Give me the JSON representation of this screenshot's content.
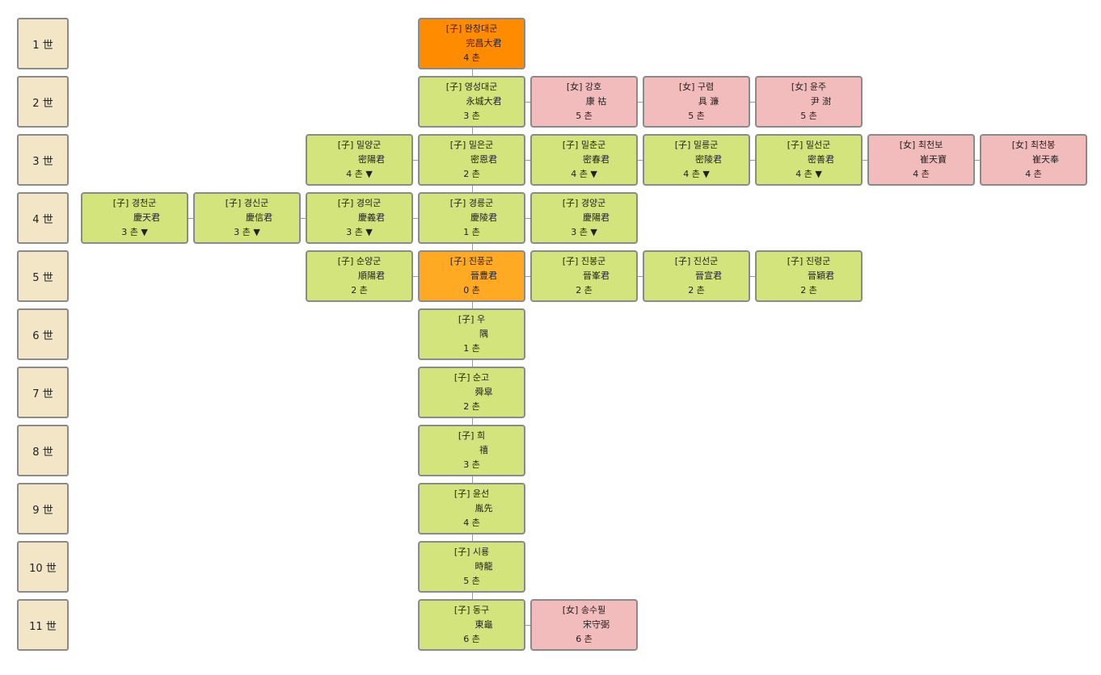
{
  "generations": [
    "1 世",
    "2 世",
    "3 世",
    "4 世",
    "5 世",
    "6 世",
    "7 世",
    "8 世",
    "9 世",
    "10 世",
    "11 世"
  ],
  "colors": {
    "son": "#d3e47d",
    "daughter": "#f2bcbd",
    "root": "#ff8c00",
    "self": "#ffaa22",
    "generation_box": "#f3e6c6",
    "border": "#8a8a8a"
  },
  "nodes": [
    {
      "gen": 1,
      "col": 5,
      "kind": "root",
      "rel": "[子]",
      "name": "완창대군",
      "hanja": "完昌大君",
      "chon": "4 촌"
    },
    {
      "gen": 2,
      "col": 5,
      "kind": "son",
      "rel": "[子]",
      "name": "영성대군",
      "hanja": "永城大君",
      "chon": "3 촌"
    },
    {
      "gen": 2,
      "col": 6,
      "kind": "daughter",
      "rel": "[女]",
      "name": "강호",
      "hanja": "康 祜",
      "chon": "5 촌"
    },
    {
      "gen": 2,
      "col": 7,
      "kind": "daughter",
      "rel": "[女]",
      "name": "구렴",
      "hanja": "具 濂",
      "chon": "5 촌"
    },
    {
      "gen": 2,
      "col": 8,
      "kind": "daughter",
      "rel": "[女]",
      "name": "윤주",
      "hanja": "尹 澍",
      "chon": "5 촌"
    },
    {
      "gen": 3,
      "col": 4,
      "kind": "son",
      "rel": "[子]",
      "name": "밀양군",
      "hanja": "密陽君",
      "chon": "4 촌 ▼"
    },
    {
      "gen": 3,
      "col": 5,
      "kind": "son",
      "rel": "[子]",
      "name": "밀은군",
      "hanja": "密恩君",
      "chon": "2 촌"
    },
    {
      "gen": 3,
      "col": 6,
      "kind": "son",
      "rel": "[子]",
      "name": "밀춘군",
      "hanja": "密春君",
      "chon": "4 촌 ▼"
    },
    {
      "gen": 3,
      "col": 7,
      "kind": "son",
      "rel": "[子]",
      "name": "밀릉군",
      "hanja": "密陵君",
      "chon": "4 촌 ▼"
    },
    {
      "gen": 3,
      "col": 8,
      "kind": "son",
      "rel": "[子]",
      "name": "밀선군",
      "hanja": "密善君",
      "chon": "4 촌 ▼"
    },
    {
      "gen": 3,
      "col": 9,
      "kind": "daughter",
      "rel": "[女]",
      "name": "최천보",
      "hanja": "崔天寶",
      "chon": "4 촌"
    },
    {
      "gen": 3,
      "col": 10,
      "kind": "daughter",
      "rel": "[女]",
      "name": "최천봉",
      "hanja": "崔天奉",
      "chon": "4 촌"
    },
    {
      "gen": 4,
      "col": 2,
      "kind": "son",
      "rel": "[子]",
      "name": "경천군",
      "hanja": "慶天君",
      "chon": "3 촌 ▼"
    },
    {
      "gen": 4,
      "col": 3,
      "kind": "son",
      "rel": "[子]",
      "name": "경신군",
      "hanja": "慶信君",
      "chon": "3 촌 ▼"
    },
    {
      "gen": 4,
      "col": 4,
      "kind": "son",
      "rel": "[子]",
      "name": "경의군",
      "hanja": "慶義君",
      "chon": "3 촌 ▼"
    },
    {
      "gen": 4,
      "col": 5,
      "kind": "son",
      "rel": "[子]",
      "name": "경릉군",
      "hanja": "慶陵君",
      "chon": "1 촌"
    },
    {
      "gen": 4,
      "col": 6,
      "kind": "son",
      "rel": "[子]",
      "name": "경양군",
      "hanja": "慶陽君",
      "chon": "3 촌 ▼"
    },
    {
      "gen": 5,
      "col": 4,
      "kind": "son",
      "rel": "[子]",
      "name": "순양군",
      "hanja": "順陽君",
      "chon": "2 촌"
    },
    {
      "gen": 5,
      "col": 5,
      "kind": "self",
      "rel": "[子]",
      "name": "진풍군",
      "hanja": "晉豊君",
      "chon": "0 촌"
    },
    {
      "gen": 5,
      "col": 6,
      "kind": "son",
      "rel": "[子]",
      "name": "진봉군",
      "hanja": "晉峯君",
      "chon": "2 촌"
    },
    {
      "gen": 5,
      "col": 7,
      "kind": "son",
      "rel": "[子]",
      "name": "진선군",
      "hanja": "晉宣君",
      "chon": "2 촌"
    },
    {
      "gen": 5,
      "col": 8,
      "kind": "son",
      "rel": "[子]",
      "name": "진령군",
      "hanja": "晉穎君",
      "chon": "2 촌"
    },
    {
      "gen": 6,
      "col": 5,
      "kind": "son",
      "rel": "[子]",
      "name": "우",
      "hanja": "隅",
      "chon": "1 촌"
    },
    {
      "gen": 7,
      "col": 5,
      "kind": "son",
      "rel": "[子]",
      "name": "순고",
      "hanja": "舜皐",
      "chon": "2 촌"
    },
    {
      "gen": 8,
      "col": 5,
      "kind": "son",
      "rel": "[子]",
      "name": "희",
      "hanja": "禧",
      "chon": "3 촌"
    },
    {
      "gen": 9,
      "col": 5,
      "kind": "son",
      "rel": "[子]",
      "name": "윤선",
      "hanja": "胤先",
      "chon": "4 촌"
    },
    {
      "gen": 10,
      "col": 5,
      "kind": "son",
      "rel": "[子]",
      "name": "시룡",
      "hanja": "時龍",
      "chon": "5 촌"
    },
    {
      "gen": 11,
      "col": 5,
      "kind": "son",
      "rel": "[子]",
      "name": "동구",
      "hanja": "東龜",
      "chon": "6 촌"
    },
    {
      "gen": 11,
      "col": 6,
      "kind": "daughter",
      "rel": "[女]",
      "name": "송수필",
      "hanja": "宋守弼",
      "chon": "6 촌"
    }
  ]
}
